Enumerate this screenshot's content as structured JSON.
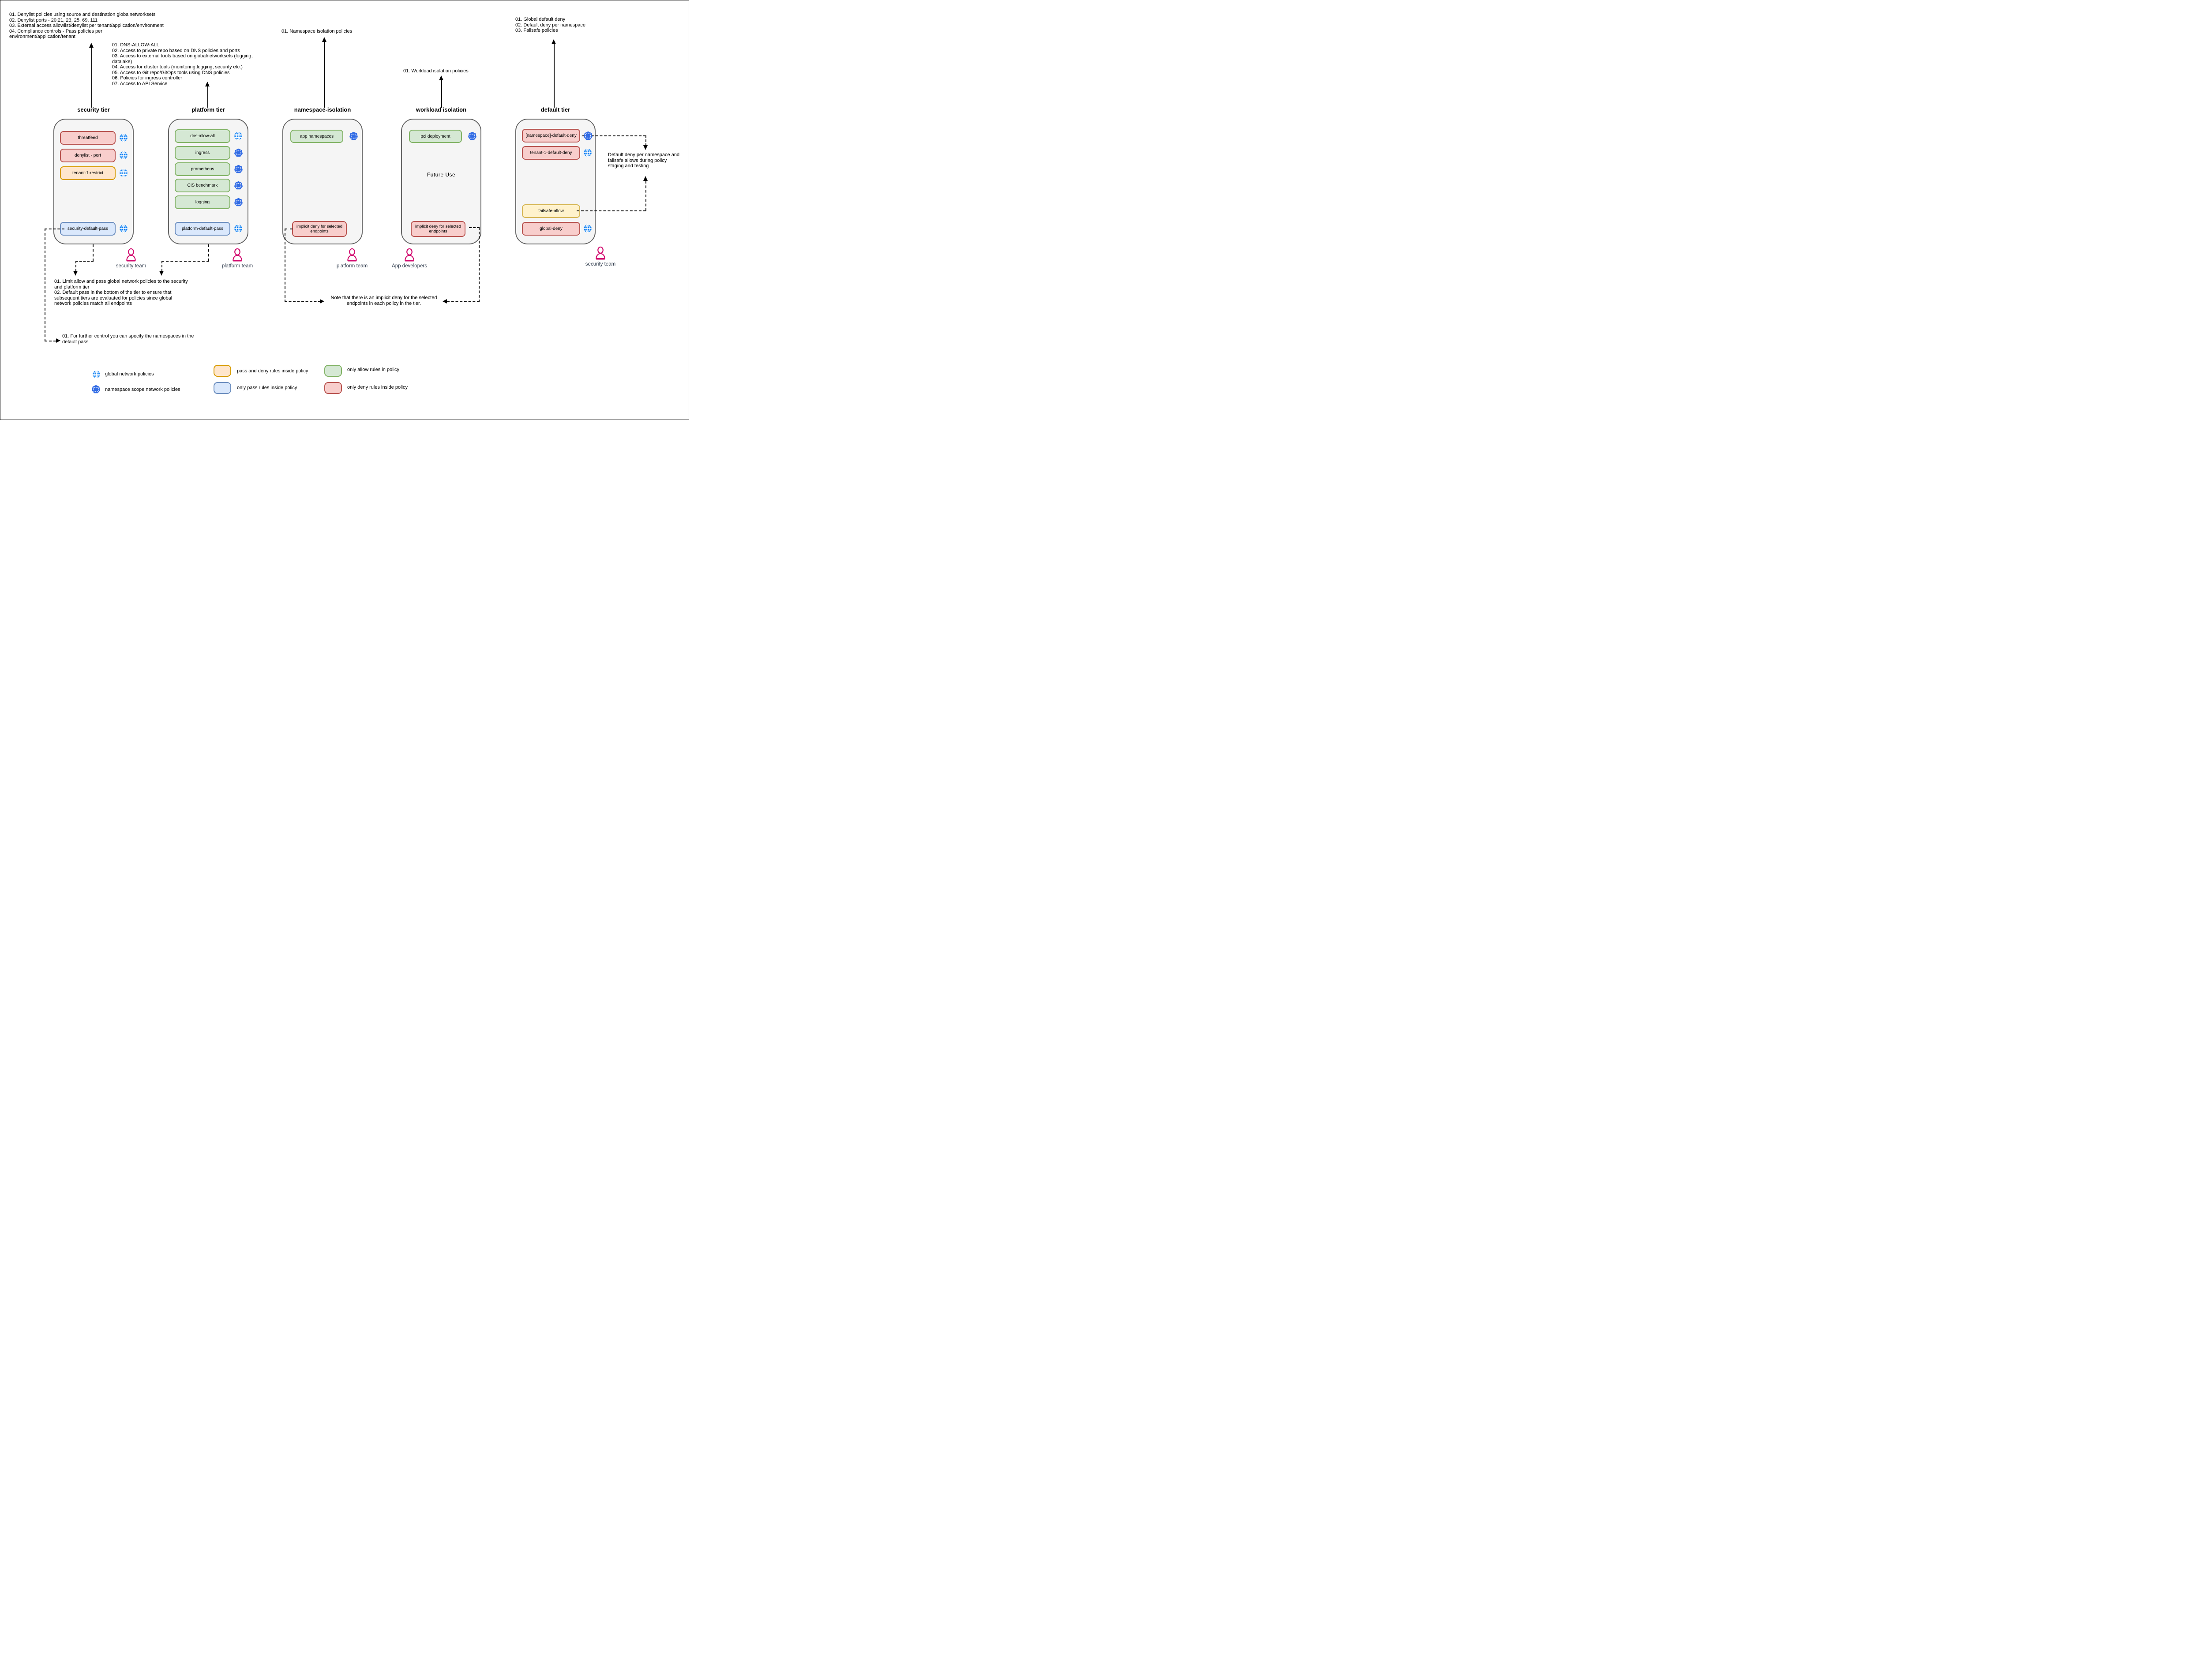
{
  "colors": {
    "globe_blue": "#1b87f3",
    "namespace_blue": "#326ce5",
    "person_pink": "#d10a6e",
    "deny_fill": "#f8cecc",
    "deny_border": "#b85450",
    "allow_fill": "#d5e8d4",
    "allow_border": "#82b366",
    "pass_fill": "#dae8fc",
    "pass_border": "#6c8ebf",
    "passdeny_fill": "#ffe6cc",
    "passdeny_border": "#d79b00",
    "failsafe_fill": "#fff2cc",
    "failsafe_border": "#d6b656",
    "tier_fill": "#f5f5f5",
    "tier_border": "#666666",
    "team_text": "#2f3b4c"
  },
  "icons": {
    "global": "globe-icon",
    "namespace": "namespace-scope-icon",
    "person": "person-icon"
  },
  "notes": {
    "security_top": "01. Denylist policies using source and destination globalnetworksets\n02. Denylist ports - 20:21, 23, 25, 69, 111\n03. External access allowlist/denylist per tenant/application/environment\n04. Compliance controls - Pass policies per\nenvironment/application/tenant",
    "platform_top": "01. DNS-ALLOW-ALL\n02. Access to private repo based on DNS policies and ports\n03. Access to external tools based on globalnetworksets (logging, datalake)\n04. Access for cluster tools (monitoring,logging, security etc.)\n05. Access to Git repo/GitOps tools using DNS policies\n06. Policies for ingress controller\n07. Access to API Service",
    "namespace_top": "01. Namespace isolation policies",
    "workload_top": "01. Workload isolation policies",
    "default_top": "01. Global default deny\n02. Default deny per namespace\n03. Failsafe policies",
    "limit_allow": "01. Limit allow and pass global network policies to the security\nand platform tier\n02. Default pass in the bottom of the tier to ensure that\nsubsequent tiers are evaluated for policies since global\nnetwork policies match all endpoints",
    "further_control": "01. For further control you can specify the namespaces in the\ndefault pass",
    "implicit_deny_note": "Note that there is an implicit deny for the selected\nendpoints in each policy in the tier.",
    "default_deny_note": "Default deny per namespace and\nfailsafe allows during policy\nstaging and testing"
  },
  "tiers": [
    {
      "title": "security tier",
      "policies": [
        {
          "label": "threatfeed",
          "type": "deny",
          "scope": "global"
        },
        {
          "label": "denylist - port",
          "type": "deny",
          "scope": "global"
        },
        {
          "label": "tenant-1-restrict",
          "type": "pass-and-deny",
          "scope": "global"
        },
        {
          "label": "security-default-pass",
          "type": "pass",
          "scope": "global"
        }
      ]
    },
    {
      "title": "platform tier",
      "policies": [
        {
          "label": "dns-allow-all",
          "type": "allow",
          "scope": "global"
        },
        {
          "label": "ingress",
          "type": "allow",
          "scope": "namespace"
        },
        {
          "label": "prometheus",
          "type": "allow",
          "scope": "namespace"
        },
        {
          "label": "CIS benchmark",
          "type": "allow",
          "scope": "namespace"
        },
        {
          "label": "logging",
          "type": "allow",
          "scope": "namespace"
        },
        {
          "label": "platform-default-pass",
          "type": "pass",
          "scope": "global"
        }
      ]
    },
    {
      "title": "namespace-isolation",
      "policies": [
        {
          "label": "app namespaces",
          "type": "allow",
          "scope": "namespace"
        },
        {
          "label": "implicit deny for selected endpoints",
          "type": "deny"
        }
      ]
    },
    {
      "title": "workload isolation",
      "future_label": "Future Use",
      "policies": [
        {
          "label": "pci deployment",
          "type": "allow",
          "scope": "namespace"
        },
        {
          "label": "implicit deny for selected endpoints",
          "type": "deny"
        }
      ]
    },
    {
      "title": "default tier",
      "policies": [
        {
          "label": "[namespace]-default-deny",
          "type": "deny",
          "scope": "namespace"
        },
        {
          "label": "tenant-1-default-deny",
          "type": "deny",
          "scope": "global"
        },
        {
          "label": "failsafe-allow",
          "type": "pass-and-deny"
        },
        {
          "label": "global-deny",
          "type": "deny",
          "scope": "global"
        }
      ]
    }
  ],
  "teams": [
    {
      "label": "security team"
    },
    {
      "label": "platform team"
    },
    {
      "label": "platform team"
    },
    {
      "label": "App developers"
    },
    {
      "label": "security team"
    }
  ],
  "legend": {
    "items": [
      {
        "label": "global network policies"
      },
      {
        "label": "namespace scope network policies"
      },
      {
        "label": "pass and deny rules inside policy"
      },
      {
        "label": "only pass rules inside policy"
      },
      {
        "label": "only allow rules in policy"
      },
      {
        "label": "only deny rules inside policy"
      }
    ]
  }
}
